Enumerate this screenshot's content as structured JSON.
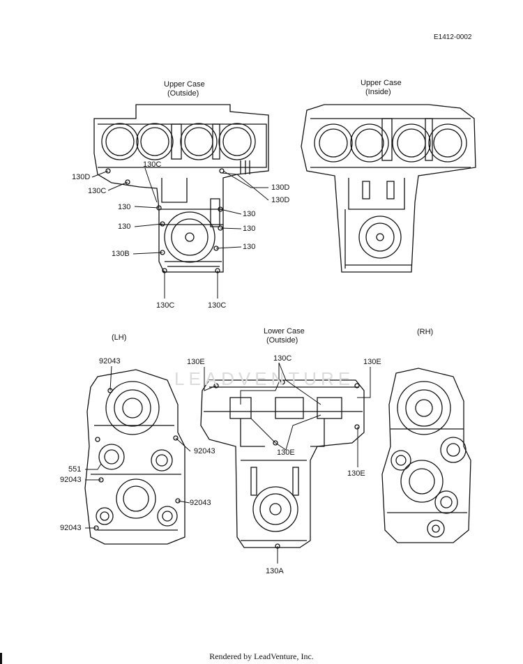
{
  "doc_code": "E1412-0002",
  "captions": {
    "upper_outside_l1": "Upper Case",
    "upper_outside_l2": "(Outside)",
    "upper_inside_l1": "Upper Case",
    "upper_inside_l2": "(Inside)",
    "lower_outside_l1": "Lower  Case",
    "lower_outside_l2": "(Outside)",
    "lh": "(LH)",
    "rh": "(RH)"
  },
  "callouts": {
    "upper": [
      "130D",
      "130C",
      "130C",
      "130",
      "130",
      "130B",
      "130C",
      "130C",
      "130D",
      "130D",
      "130",
      "130",
      "130"
    ],
    "lh": [
      "92043",
      "92043",
      "551",
      "92043",
      "92043",
      "92043"
    ],
    "lower": [
      "130E",
      "130C",
      "130E",
      "130E",
      "130E",
      "130A"
    ]
  },
  "watermark": "LEADVENTURE",
  "footer": "Rendered by LeadVenture, Inc."
}
